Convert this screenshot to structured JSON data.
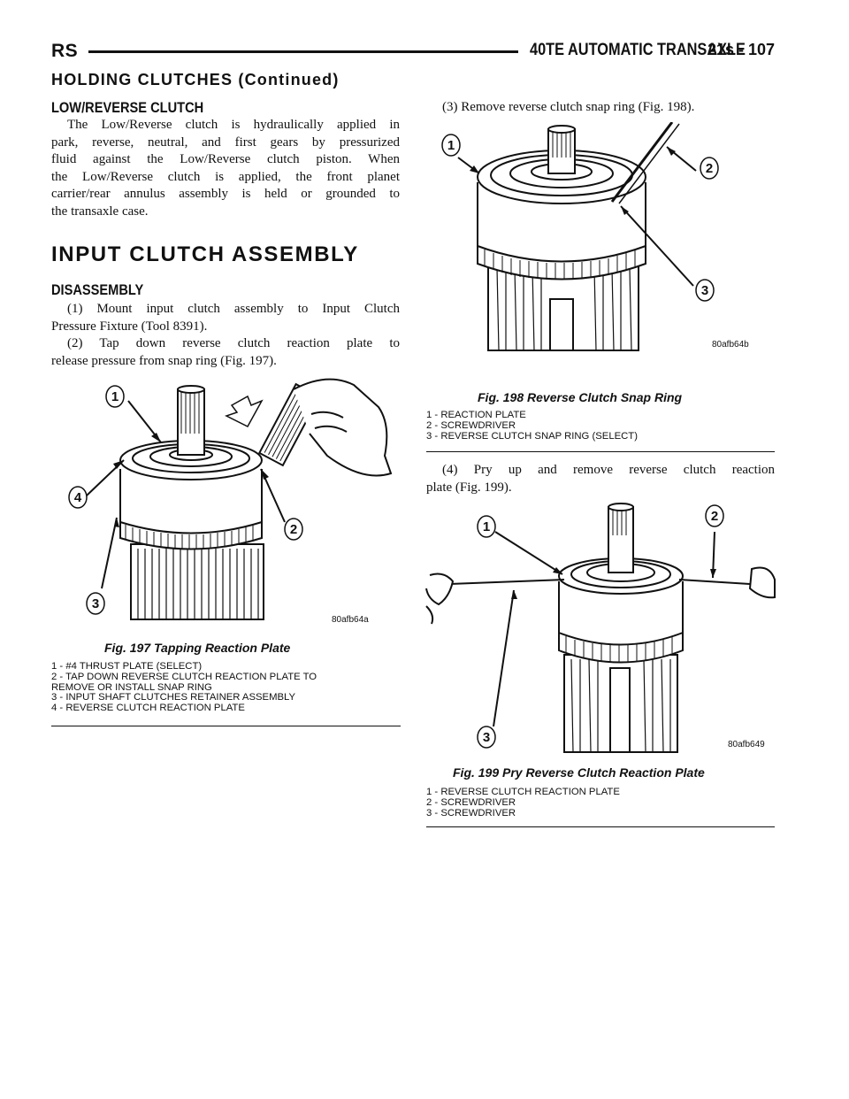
{
  "header": {
    "left": "RS",
    "title": "40TE AUTOMATIC TRANSAXLE",
    "page": "21s - 107"
  },
  "section_continued": "HOLDING CLUTCHES (Continued)",
  "low_reverse": {
    "heading": "LOW/REVERSE CLUTCH",
    "lines": [
      "The Low/Reverse clutch is hydraulically applied in",
      "park, reverse, neutral, and first gears by pressurized",
      "fluid against the Low/Reverse clutch piston. When",
      "the Low/Reverse clutch is applied, the front planet",
      "carrier/rear annulus assembly is held or grounded to",
      "the transaxle case."
    ]
  },
  "input_clutch": {
    "heading": "INPUT CLUTCH ASSEMBLY",
    "subheading": "DISASSEMBLY",
    "step1": [
      "(1) Mount input clutch assembly to Input Clutch",
      "Pressure Fixture (Tool 8391)."
    ],
    "step2": [
      "(2) Tap down reverse clutch reaction plate to",
      "release pressure from snap ring (Fig. 197)."
    ]
  },
  "fig197": {
    "code": "80afb64a",
    "caption": "Fig. 197 Tapping Reaction Plate",
    "callouts": [
      "1",
      "2",
      "3",
      "4"
    ],
    "legend": [
      "1 - #4 THRUST PLATE (SELECT)",
      "2 - TAP DOWN REVERSE CLUTCH REACTION PLATE TO",
      "REMOVE OR INSTALL SNAP RING",
      "3 - INPUT SHAFT CLUTCHES RETAINER ASSEMBLY",
      "4 - REVERSE CLUTCH REACTION PLATE"
    ]
  },
  "step3": "(3) Remove reverse clutch snap ring (Fig. 198).",
  "fig198": {
    "code": "80afb64b",
    "caption": "Fig. 198 Reverse Clutch Snap Ring",
    "callouts": [
      "1",
      "2",
      "3"
    ],
    "legend": [
      "1 - REACTION PLATE",
      "2 - SCREWDRIVER",
      "3 - REVERSE CLUTCH SNAP RING (SELECT)"
    ]
  },
  "step4": [
    "(4) Pry up and remove reverse clutch reaction",
    "plate (Fig. 199)."
  ],
  "fig199": {
    "code": "80afb649",
    "caption": "Fig. 199 Pry Reverse Clutch Reaction Plate",
    "callouts": [
      "1",
      "2",
      "3"
    ],
    "legend": [
      "1 - REVERSE CLUTCH REACTION PLATE",
      "2 - SCREWDRIVER",
      "3 - SCREWDRIVER"
    ]
  }
}
